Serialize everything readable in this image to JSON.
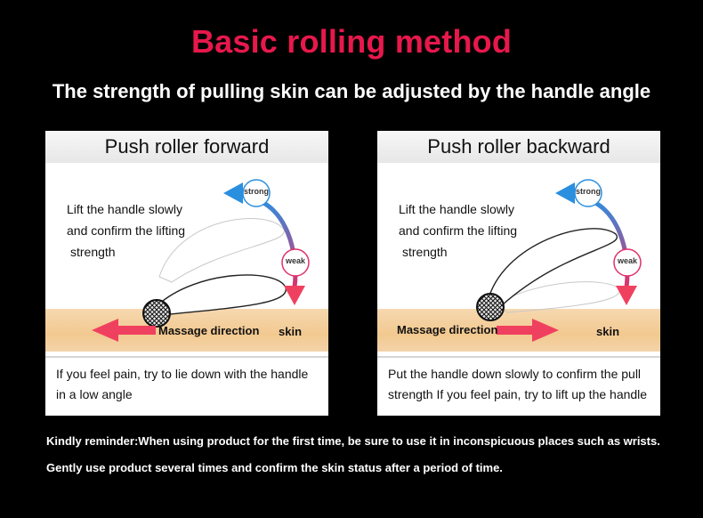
{
  "title": "Basic rolling method",
  "subtitle": "The strength of pulling skin can be adjusted by the handle angle",
  "colors": {
    "accent": "#e8184c",
    "arrow_pink": "#f0405f",
    "skin": "#f2c990",
    "strong_blue": "#2b8fe0"
  },
  "panels": {
    "forward": {
      "heading": "Push roller forward",
      "instruction_lines": [
        "Lift the handle slowly",
        "and confirm the lifting",
        "strength"
      ],
      "strong_label": "strong",
      "weak_label": "weak",
      "massage_label": "Massage direction",
      "skin_label": "skin",
      "footer_lines": [
        "If you feel pain, try to lie down with the handle",
        "in a low angle"
      ]
    },
    "backward": {
      "heading": "Push roller backward",
      "instruction_lines": [
        "Lift the handle slowly",
        "and confirm the lifting",
        "strength"
      ],
      "strong_label": "strong",
      "weak_label": "weak",
      "massage_label": "Massage direction",
      "skin_label": "skin",
      "footer_lines": [
        "Put the handle down slowly to confirm the pull",
        "strength If you feel pain, try to lift up the handle"
      ]
    }
  },
  "reminder_lines": [
    "Kindly reminder:When using product for the first time, be sure to use it in inconspicuous places such as wrists.",
    "Gently use product several times and confirm the skin status after a period of time."
  ]
}
